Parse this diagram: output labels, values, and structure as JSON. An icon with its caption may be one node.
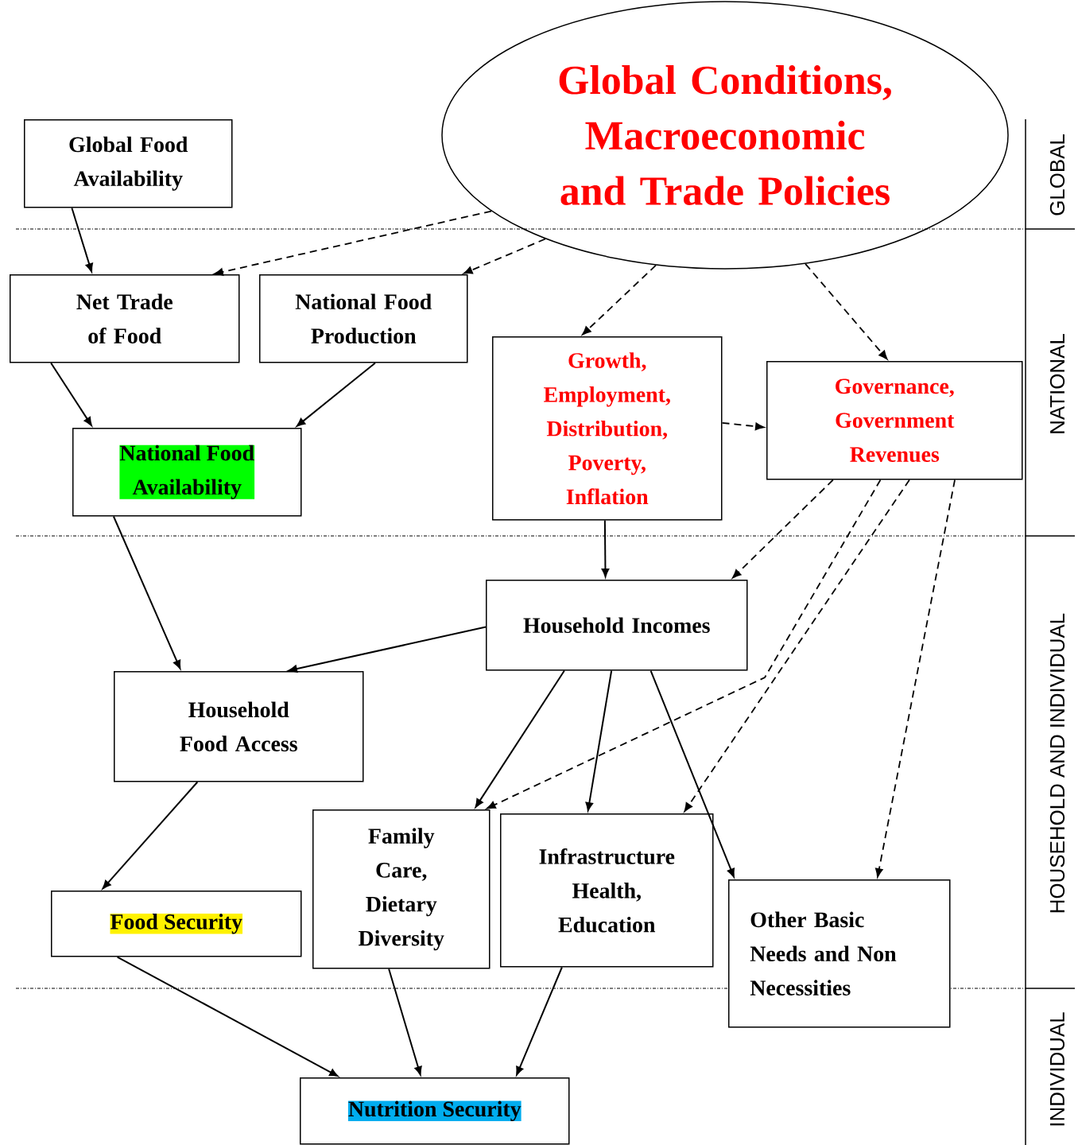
{
  "diagram": {
    "nodes": [
      {
        "text": [
          "Global Conditions, Macroeconomic and Trade Policies"
        ]
      },
      {
        "text": [
          "Global Food Availability"
        ]
      },
      {
        "text": [
          "Net Trade of Food"
        ]
      },
      {
        "text": [
          "National Food Production"
        ]
      },
      {
        "text": [
          "National Food Availability"
        ]
      },
      {
        "text": [
          "Growth, Employment, Distribution, Poverty, Inflation"
        ]
      },
      {
        "text": [
          "Governance, Government Revenues"
        ]
      },
      {
        "text": [
          "Household Incomes"
        ]
      },
      {
        "text": [
          "Household Food Access"
        ]
      },
      {
        "text": [
          "Food Security"
        ]
      },
      {
        "text": [
          "Family Care, Dietary Diversity"
        ]
      },
      {
        "text": [
          "Infrastructure Health, Education"
        ]
      },
      {
        "text": [
          "Other Basic Needs and Non Necessities"
        ]
      },
      {
        "text": [
          "Nutrition Security"
        ]
      }
    ],
    "edges": [
      {
        "from": 1,
        "to": 2,
        "arrow": "to"
      },
      {
        "from": 0,
        "to": 2,
        "arrow": "to",
        "style": "dashed"
      },
      {
        "from": 0,
        "to": 3,
        "arrow": "to",
        "style": "dashed"
      },
      {
        "from": 0,
        "to": 5,
        "arrow": "to",
        "style": "dashed"
      },
      {
        "from": 0,
        "to": 6,
        "arrow": "to",
        "style": "dashed"
      },
      {
        "from": 2,
        "to": 4,
        "arrow": "to"
      },
      {
        "from": 3,
        "to": 4,
        "arrow": "to"
      },
      {
        "from": 5,
        "to": 6,
        "arrow": "to",
        "style": "dashed"
      },
      {
        "from": 5,
        "to": 7,
        "arrow": "to"
      },
      {
        "from": 6,
        "to": 7,
        "arrow": "to",
        "style": "dashed"
      },
      {
        "from": 6,
        "to": 10,
        "arrow": "to",
        "style": "dashed"
      },
      {
        "from": 6,
        "to": 11,
        "arrow": "to",
        "style": "dashed"
      },
      {
        "from": 6,
        "to": 12,
        "arrow": "to",
        "style": "dashed"
      },
      {
        "from": 4,
        "to": 8,
        "arrow": "to"
      },
      {
        "from": 7,
        "to": 8,
        "arrow": "to"
      },
      {
        "from": 7,
        "to": 10,
        "arrow": "to"
      },
      {
        "from": 7,
        "to": 11,
        "arrow": "to"
      },
      {
        "from": 7,
        "to": 12,
        "arrow": "to"
      },
      {
        "from": 8,
        "to": 9,
        "arrow": "to"
      },
      {
        "from": 9,
        "to": 13,
        "arrow": "to"
      },
      {
        "from": 10,
        "to": 13,
        "arrow": "to"
      },
      {
        "from": 11,
        "to": 13,
        "arrow": "to"
      }
    ],
    "labels": [
      "GLOBAL",
      "NATIONAL",
      "HOUSEHOLD AND INDIVIDUAL",
      "INDIVIDUAL"
    ]
  }
}
